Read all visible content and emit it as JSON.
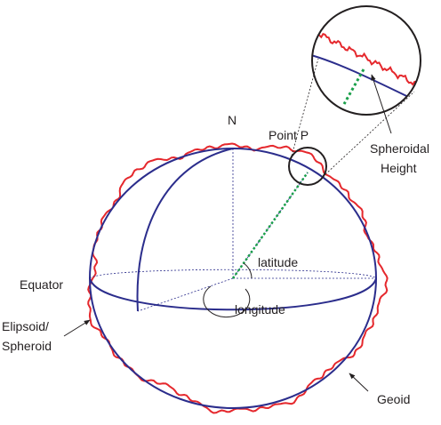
{
  "labels": {
    "north": "N",
    "point": "Point P",
    "spheroidal_height_line1": "Spheroidal",
    "spheroidal_height_line2": "Height",
    "latitude": "latitude",
    "longitude": "longitude",
    "equator": "Equator",
    "ellipsoid_line1": "Elipsoid/",
    "ellipsoid_line2": "Spheroid",
    "geoid": "Geoid"
  },
  "colors": {
    "ellipsoid": "#2b2d8c",
    "geoid": "#e5282d",
    "height_line": "#1aa04a",
    "dashed_lines": "#2b2d8c",
    "text": "#231f20"
  }
}
